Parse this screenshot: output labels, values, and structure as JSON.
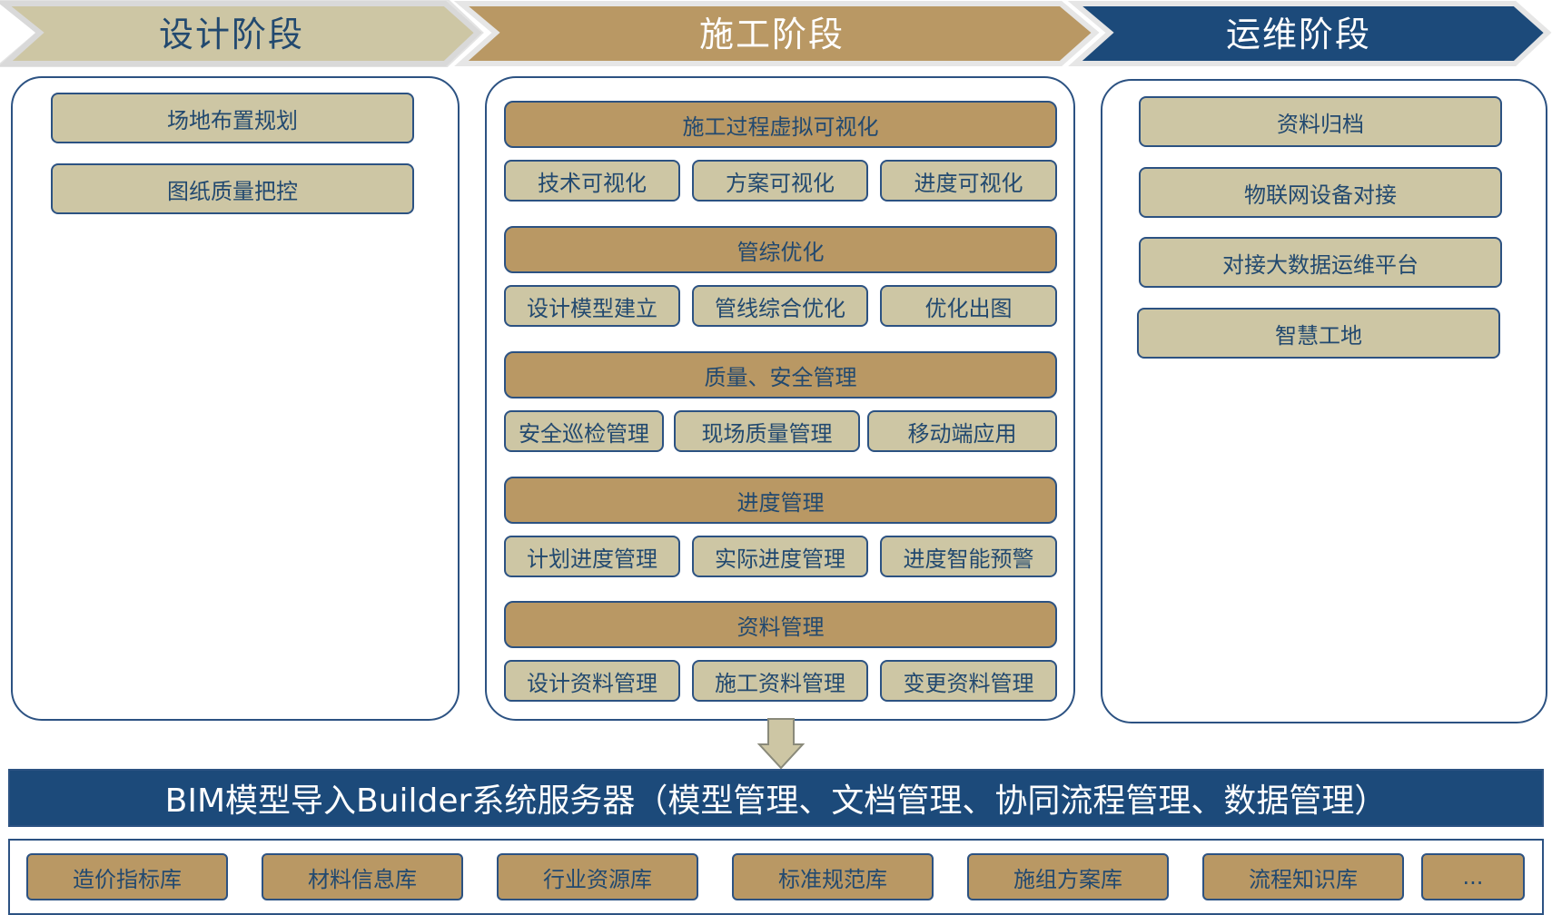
{
  "stages": {
    "design": {
      "title": "设计阶段"
    },
    "construction": {
      "title": "施工阶段"
    },
    "operation": {
      "title": "运维阶段"
    }
  },
  "design_items": [
    "场地布置规划",
    "图纸质量把控"
  ],
  "construction_groups": [
    {
      "title": "施工过程虚拟可视化",
      "items": [
        "技术可视化",
        "方案可视化",
        "进度可视化"
      ]
    },
    {
      "title": "管综优化",
      "items": [
        "设计模型建立",
        "管线综合优化",
        "优化出图"
      ]
    },
    {
      "title": "质量、安全管理",
      "items": [
        "安全巡检管理",
        "现场质量管理",
        "移动端应用"
      ]
    },
    {
      "title": "进度管理",
      "items": [
        "计划进度管理",
        "实际进度管理",
        "进度智能预警"
      ]
    },
    {
      "title": "资料管理",
      "items": [
        "设计资料管理",
        "施工资料管理",
        "变更资料管理"
      ]
    }
  ],
  "operation_items": [
    "资料归档",
    "物联网设备对接",
    "对接大数据运维平台",
    "智慧工地"
  ],
  "server_band": "BIM模型导入Builder系统服务器（模型管理、文档管理、协同流程管理、数据管理）",
  "libraries": [
    "造价指标库",
    "材料信息库",
    "行业资源库",
    "标准规范库",
    "施组方案库",
    "流程知识库",
    "..."
  ],
  "colors": {
    "design_stage": "#cdc6a4",
    "construction_stage": "#b99864",
    "operation_stage": "#1c4a7a",
    "border": "#2c5282",
    "text": "#22496f"
  }
}
